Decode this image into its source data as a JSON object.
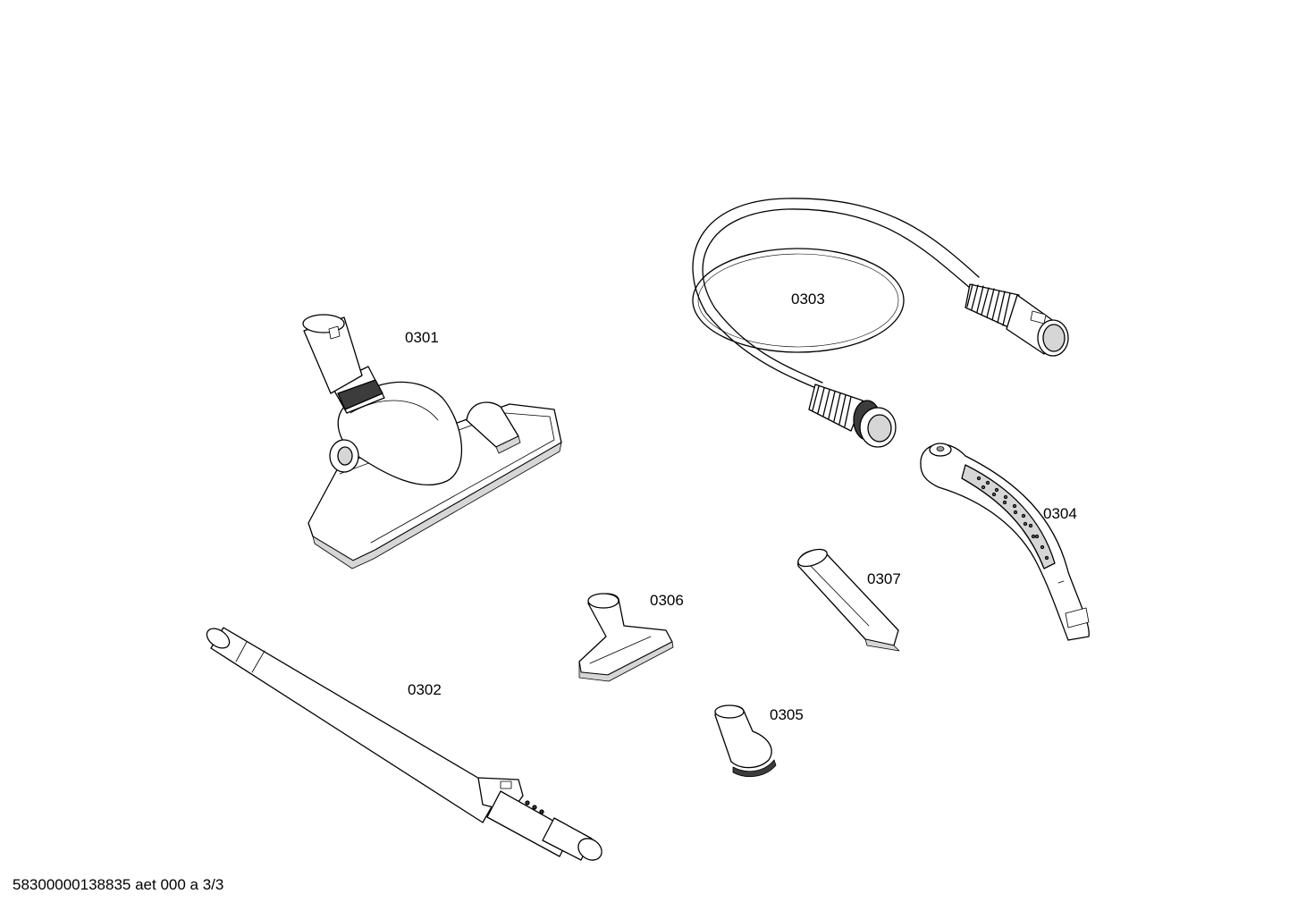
{
  "diagram": {
    "parts": [
      {
        "id": "floor-nozzle",
        "label": "0301"
      },
      {
        "id": "telescopic-tube",
        "label": "0302"
      },
      {
        "id": "suction-hose",
        "label": "0303"
      },
      {
        "id": "hose-handle",
        "label": "0304"
      },
      {
        "id": "small-nozzle",
        "label": "0305"
      },
      {
        "id": "upholstery-nozzle",
        "label": "0306"
      },
      {
        "id": "crevice-nozzle",
        "label": "0307"
      }
    ],
    "footer": "58300000138835 aet 000 a 3/3"
  }
}
